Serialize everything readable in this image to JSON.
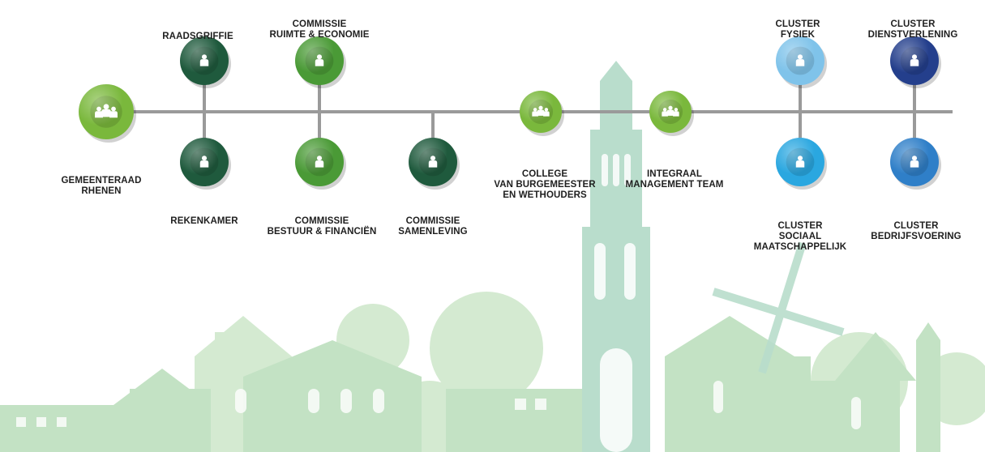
{
  "nodes": [
    {
      "id": "gemeenteraad",
      "lines": [
        "GEMEENTERAAD",
        "RHENEN"
      ],
      "kind": "group",
      "color": "#7ab83c"
    },
    {
      "id": "raadsgriffie",
      "lines": [
        "RAADSGRIFFIE"
      ],
      "kind": "person",
      "color": "#1f5a3d"
    },
    {
      "id": "rekenkamer",
      "lines": [
        "REKENKAMER"
      ],
      "kind": "person",
      "color": "#1f5a3d"
    },
    {
      "id": "commissie-ruimte",
      "lines": [
        "COMMISSIE",
        "RUIMTE & ECONOMIE"
      ],
      "kind": "person",
      "color": "#4a9a36"
    },
    {
      "id": "commissie-bestuur",
      "lines": [
        "COMMISSIE",
        "BESTUUR & FINANCIËN"
      ],
      "kind": "person",
      "color": "#4a9a36"
    },
    {
      "id": "commissie-samenleving",
      "lines": [
        "COMMISSIE",
        "SAMENLEVING"
      ],
      "kind": "person",
      "color": "#1f5a3d"
    },
    {
      "id": "college",
      "lines": [
        "COLLEGE",
        "VAN BURGEMEESTER",
        "EN WETHOUDERS"
      ],
      "kind": "group",
      "color": "#7ab83c"
    },
    {
      "id": "integraal",
      "lines": [
        "INTEGRAAL",
        "MANAGEMENT TEAM"
      ],
      "kind": "group",
      "color": "#7ab83c"
    },
    {
      "id": "cluster-fysiek",
      "lines": [
        "CLUSTER",
        "FYSIEK"
      ],
      "kind": "person",
      "color": "#7fc3ea"
    },
    {
      "id": "cluster-sociaal",
      "lines": [
        "CLUSTER",
        "SOCIAAL",
        "MAATSCHAPPELIJK"
      ],
      "kind": "person",
      "color": "#2aa7e0"
    },
    {
      "id": "cluster-dienstverlening",
      "lines": [
        "CLUSTER",
        "DIENSTVERLENING"
      ],
      "kind": "person",
      "color": "#243f8c"
    },
    {
      "id": "cluster-bedrijfsvoering",
      "lines": [
        "CLUSTER",
        "BEDRIJFSVOERING"
      ],
      "kind": "person",
      "color": "#2f7fc8"
    }
  ],
  "colors": {
    "line": "#9a9a9a",
    "skyline": "#cfe6c9",
    "skyline_dark": "#b8dcc8"
  }
}
